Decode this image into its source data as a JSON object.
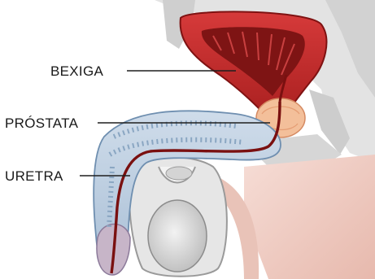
{
  "diagram": {
    "labels": {
      "bladder": "BEXIGA",
      "prostate": "PRÓSTATA",
      "urethra": "URETRA"
    },
    "colors": {
      "tissue_red": "#c42b2b",
      "tissue_deep_red": "#8e1414",
      "prostate": "#f0b48c",
      "spongy_blue": "#b9cde0",
      "skin": "#f0cfc6",
      "pelvic_gray": "#d9d9d9",
      "urethra_line": "#7a1010"
    }
  }
}
